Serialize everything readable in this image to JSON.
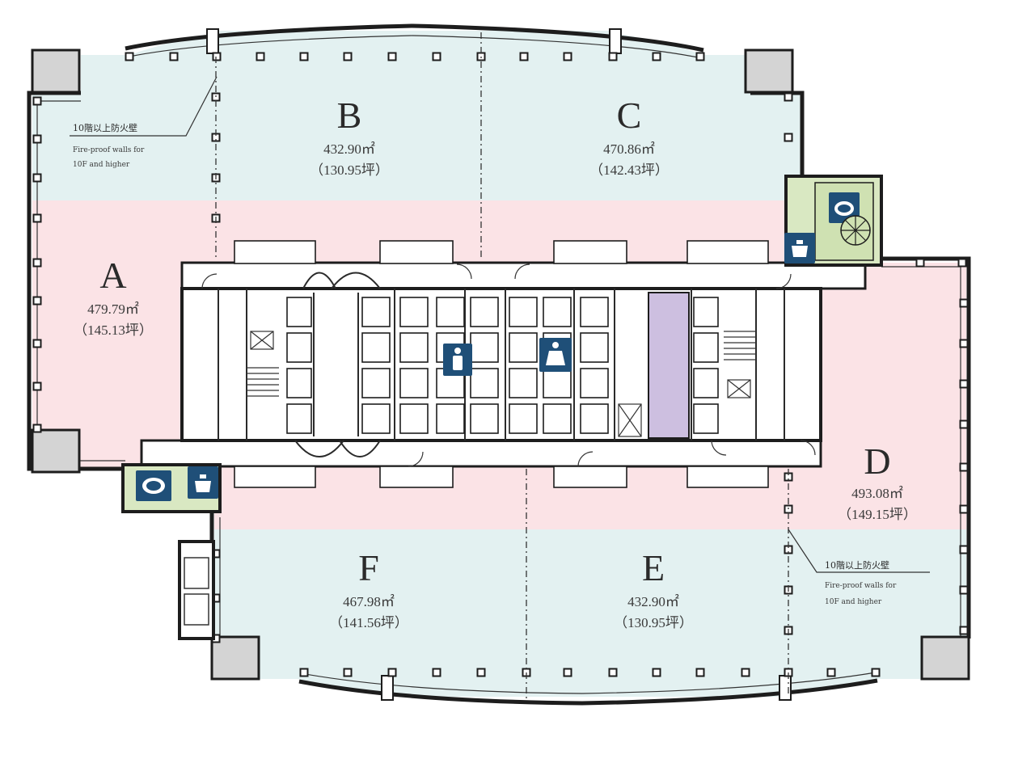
{
  "colors": {
    "zone_blue": "#e3f1f1",
    "zone_pink": "#fbe3e6",
    "core_purple": "#cdbfe0",
    "service_green": "#d9e8c2",
    "icon_navy": "#1f4f78"
  },
  "zones": [
    {
      "id": "A",
      "letter": "A",
      "area": "479.79㎡",
      "tsubo": "（145.13坪）"
    },
    {
      "id": "B",
      "letter": "B",
      "area": "432.90㎡",
      "tsubo": "（130.95坪）"
    },
    {
      "id": "C",
      "letter": "C",
      "area": "470.86㎡",
      "tsubo": "（142.43坪）"
    },
    {
      "id": "D",
      "letter": "D",
      "area": "493.08㎡",
      "tsubo": "（149.15坪）"
    },
    {
      "id": "E",
      "letter": "E",
      "area": "432.90㎡",
      "tsubo": "（130.95坪）"
    },
    {
      "id": "F",
      "letter": "F",
      "area": "467.98㎡",
      "tsubo": "（141.56坪）"
    }
  ],
  "notes": {
    "top_left": {
      "jp": "10階以上防火壁",
      "en_line1": "Fire-proof walls for",
      "en_line2": "10F and higher"
    },
    "bottom_right": {
      "jp": "10階以上防火壁",
      "en_line1": "Fire-proof walls for",
      "en_line2": "10F and higher"
    }
  },
  "icons": [
    "restroom-icon",
    "restroom-icon",
    "kitchenette-icon",
    "kitchenette-icon",
    "waste-bin-icon",
    "waste-bin-icon"
  ]
}
